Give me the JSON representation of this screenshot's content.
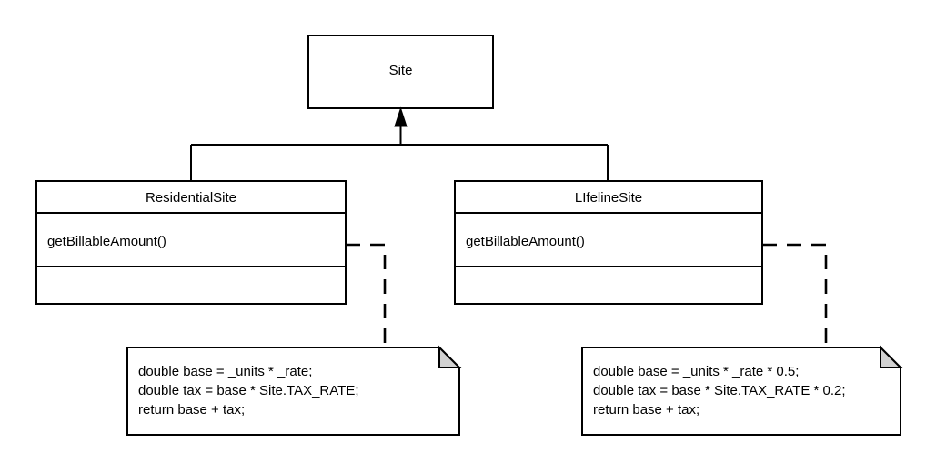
{
  "diagram": {
    "type": "uml-class-diagram",
    "title_text": "Site",
    "base_class": {
      "name": "Site",
      "attributes": [],
      "operations": []
    },
    "subclasses": [
      {
        "name": "ResidentialSite",
        "operations": [
          "getBillableAmount()"
        ],
        "attributes": []
      },
      {
        "name": "LIfelineSite",
        "operations": [
          "getBillableAmount()"
        ],
        "attributes": []
      }
    ],
    "notes": [
      {
        "attached_to": "ResidentialSite",
        "lines": [
          "double base = _units * _rate;",
          "double tax = base * Site.TAX_RATE;",
          "return base + tax;"
        ]
      },
      {
        "attached_to": "LIfelineSite",
        "lines": [
          "double base = _units * _rate * 0.5;",
          "double tax = base * Site.TAX_RATE * 0.2;",
          "return base + tax;"
        ]
      }
    ],
    "relationships": [
      {
        "kind": "generalization",
        "from": "ResidentialSite",
        "to": "Site",
        "arrow": "solid-triangle"
      },
      {
        "kind": "generalization",
        "from": "LIfelineSite",
        "to": "Site",
        "arrow": "solid-triangle"
      },
      {
        "kind": "note-anchor",
        "from": "note-residential",
        "to": "ResidentialSite",
        "line_style": "dashed"
      },
      {
        "kind": "note-anchor",
        "from": "note-lifeline",
        "to": "LIfelineSite",
        "line_style": "dashed"
      }
    ],
    "colors": {
      "stroke": "#000000",
      "background": "#ffffff",
      "note_fold_fill": "#d2d2d2"
    }
  }
}
